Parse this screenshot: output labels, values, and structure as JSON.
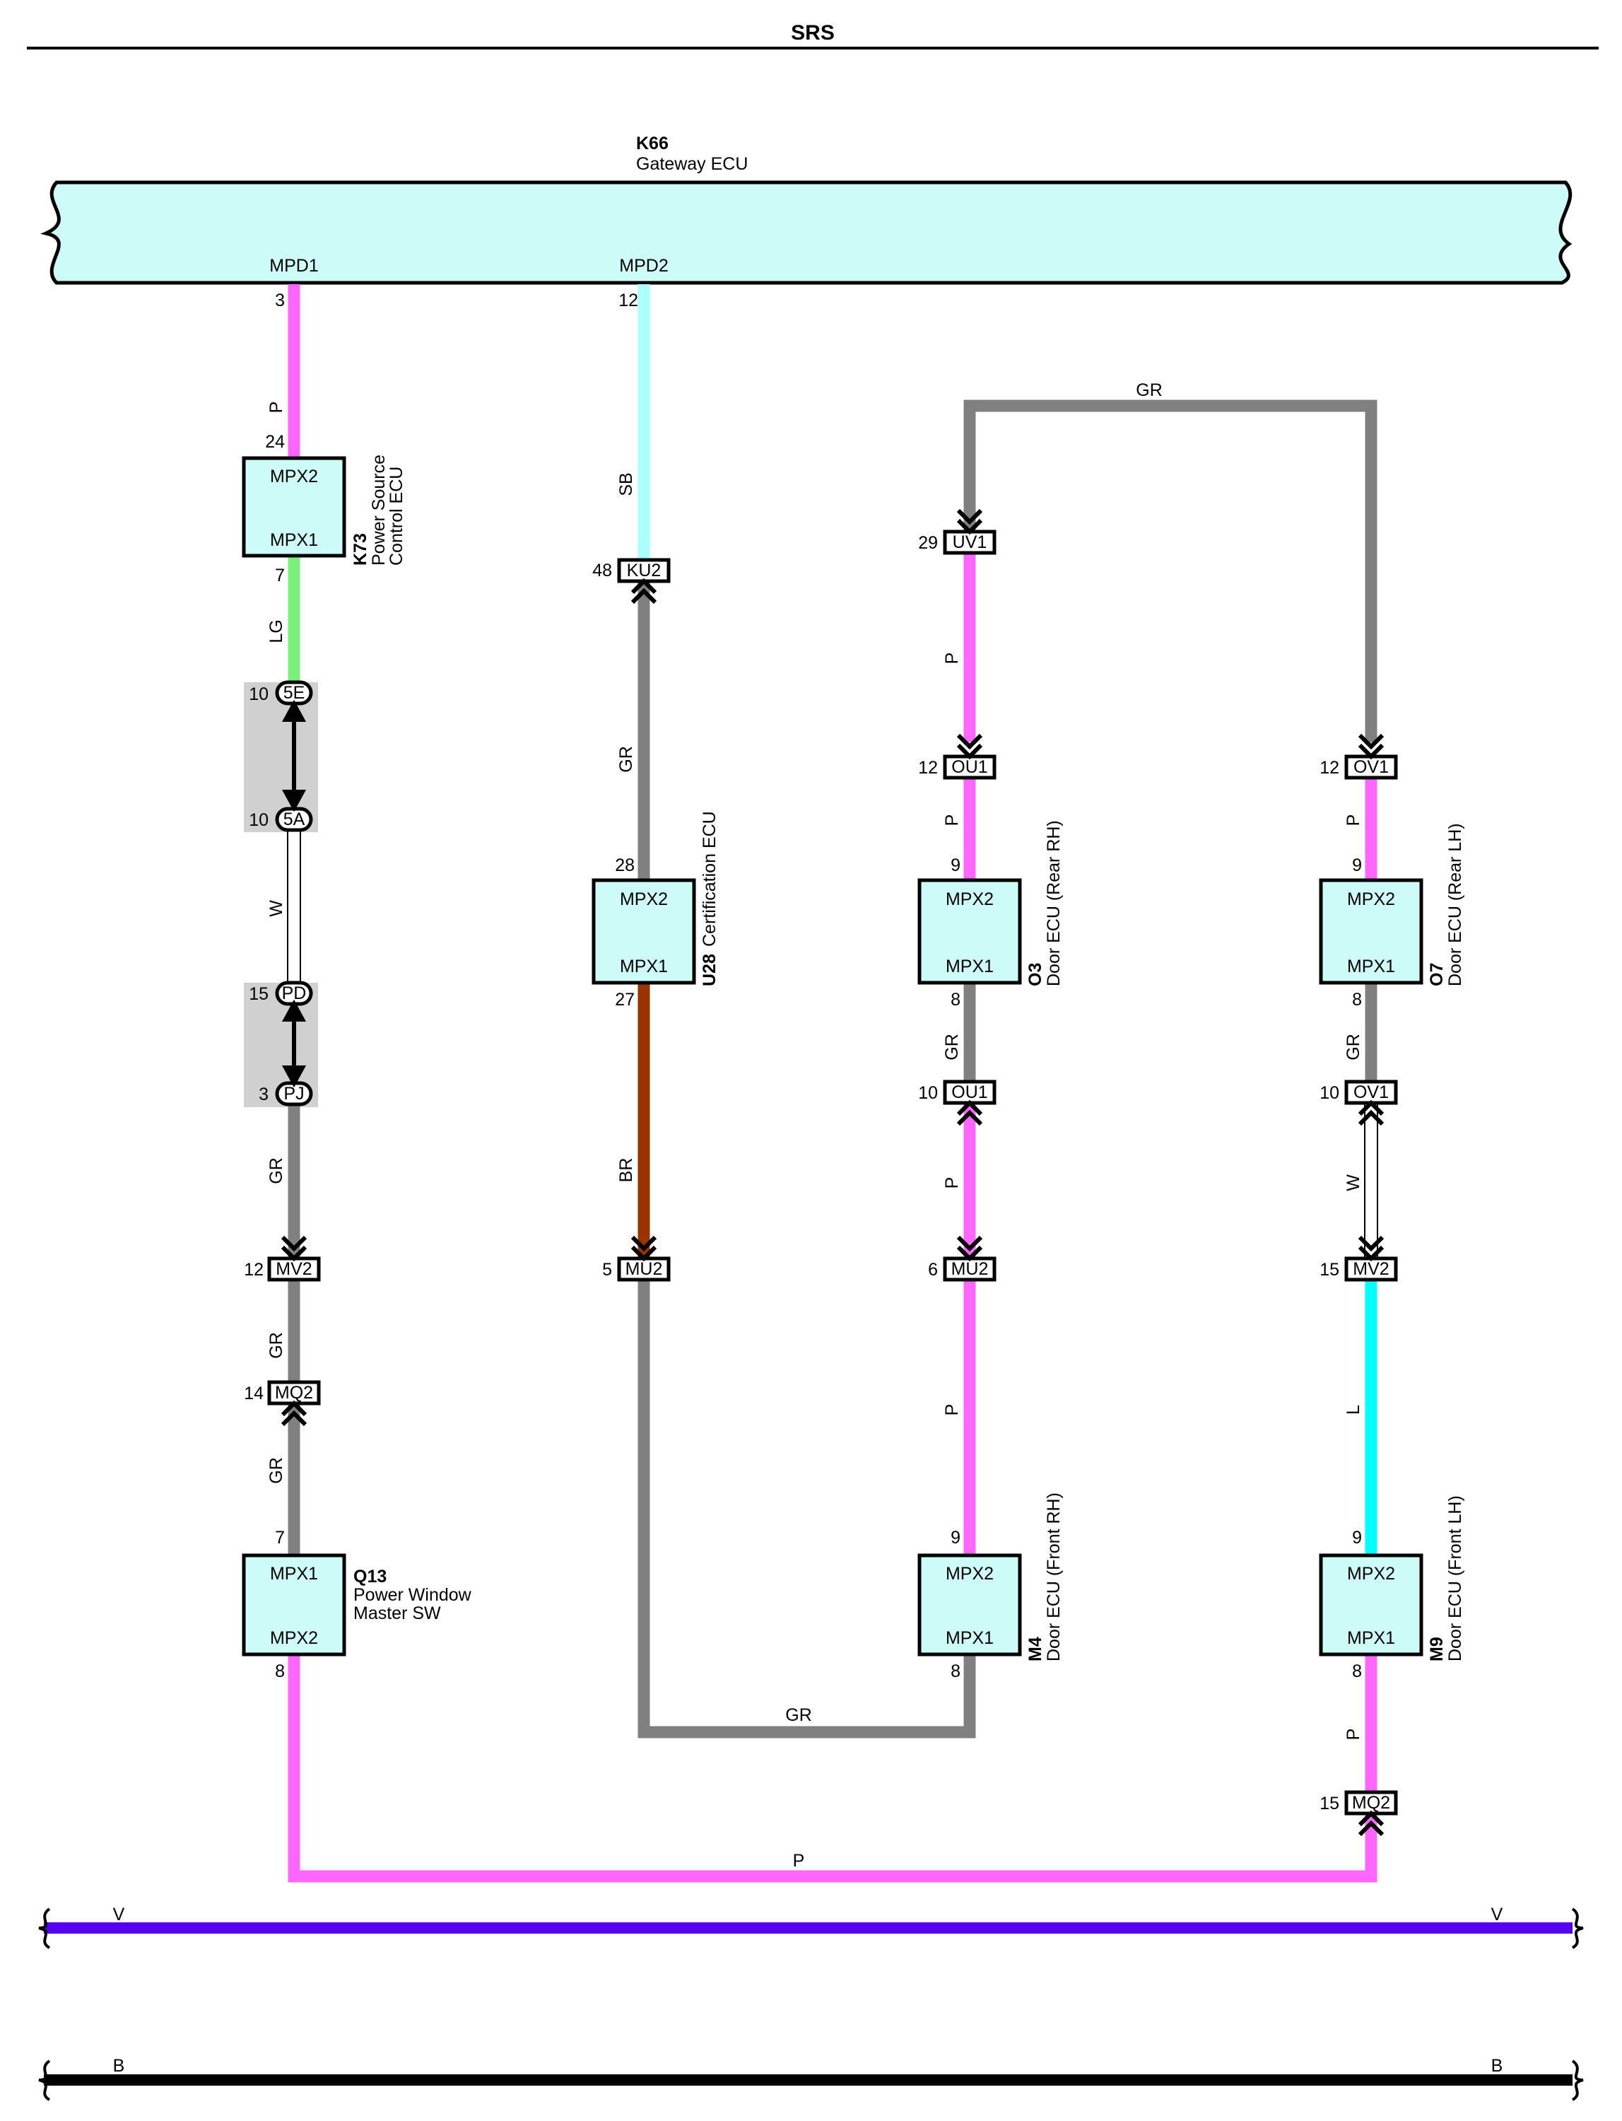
{
  "page_title": "SRS",
  "colors": {
    "ecu_fill": "#ccfbf8",
    "P": "#ff66ff",
    "SB": "#aaffff",
    "GR": "#808080",
    "LG": "#7af07a",
    "W": "#ffffff",
    "BR": "#993300",
    "L": "#00ffff",
    "V": "#5500ee",
    "B": "#000000",
    "junction_bg": "#d0d0d0"
  },
  "gateway": {
    "code": "K66",
    "name": "Gateway ECU",
    "pin_left": "MPD1",
    "pin_right": "MPD2"
  },
  "ecus": {
    "k73": {
      "code": "K73",
      "name1": "Power Source",
      "name2": "Control ECU",
      "top": "MPX2",
      "bottom": "MPX1"
    },
    "u28": {
      "code": "U28",
      "name1": "Certification ECU",
      "top": "MPX2",
      "bottom": "MPX1"
    },
    "o3": {
      "code": "O3",
      "name1": "Door ECU (Rear RH)",
      "top": "MPX2",
      "bottom": "MPX1"
    },
    "o7": {
      "code": "O7",
      "name1": "Door ECU (Rear LH)",
      "top": "MPX2",
      "bottom": "MPX1"
    },
    "q13": {
      "code": "Q13",
      "name1": "Power Window",
      "name2": "Master SW",
      "top": "MPX1",
      "bottom": "MPX2"
    },
    "m4": {
      "code": "M4",
      "name1": "Door ECU (Front RH)",
      "top": "MPX2",
      "bottom": "MPX1"
    },
    "m9": {
      "code": "M9",
      "name1": "Door ECU (Front LH)",
      "top": "MPX2",
      "bottom": "MPX1"
    }
  },
  "connectors": {
    "ku2": "KU2",
    "uv1": "UV1",
    "ou1a": "OU1",
    "ov1a": "OV1",
    "ou1b": "OU1",
    "ov1b": "OV1",
    "mv2a": "MV2",
    "mu2a": "MU2",
    "mu2b": "MU2",
    "mv2b": "MV2",
    "mq2a": "MQ2",
    "mq2b": "MQ2",
    "j5e": "5E",
    "j5a": "5A",
    "jpd": "PD",
    "jpj": "PJ"
  },
  "pins": {
    "p3": "3",
    "p12": "12",
    "p24": "24",
    "p7": "7",
    "p10a": "10",
    "p10b": "10",
    "p15a": "15",
    "p3b": "3",
    "p12mv2": "12",
    "p14": "14",
    "p7q": "7",
    "p8q": "8",
    "p48": "48",
    "p28": "28",
    "p27": "27",
    "p5": "5",
    "p29": "29",
    "p12ou": "12",
    "p9o3": "9",
    "p8o3": "8",
    "p10ou": "10",
    "p6": "6",
    "p9m4": "9",
    "p8m4": "8",
    "p12ov": "12",
    "p9o7": "9",
    "p8o7": "8",
    "p10ov": "10",
    "p15mv": "15",
    "p9m9": "9",
    "p8m9": "8",
    "p15mq": "15"
  },
  "wires": {
    "k73_top": "P",
    "k73_bot": "LG",
    "w_white": "W",
    "gr_q1": "GR",
    "gr_q2": "GR",
    "gr_q3": "GR",
    "sb": "SB",
    "u28_gr": "GR",
    "br": "BR",
    "bottom_gr": "GR",
    "top_gr": "GR",
    "o3_p1": "P",
    "o3_p2": "P",
    "o3_gr": "GR",
    "m4_p1": "P",
    "m4_p2": "P",
    "o7_p": "P",
    "o7_gr": "GR",
    "o7_w": "W",
    "m9_l": "L",
    "m9_p": "P",
    "bottom_p": "P"
  },
  "buses": {
    "v_left": "V",
    "v_right": "V",
    "b_left": "B",
    "b_right": "B"
  }
}
